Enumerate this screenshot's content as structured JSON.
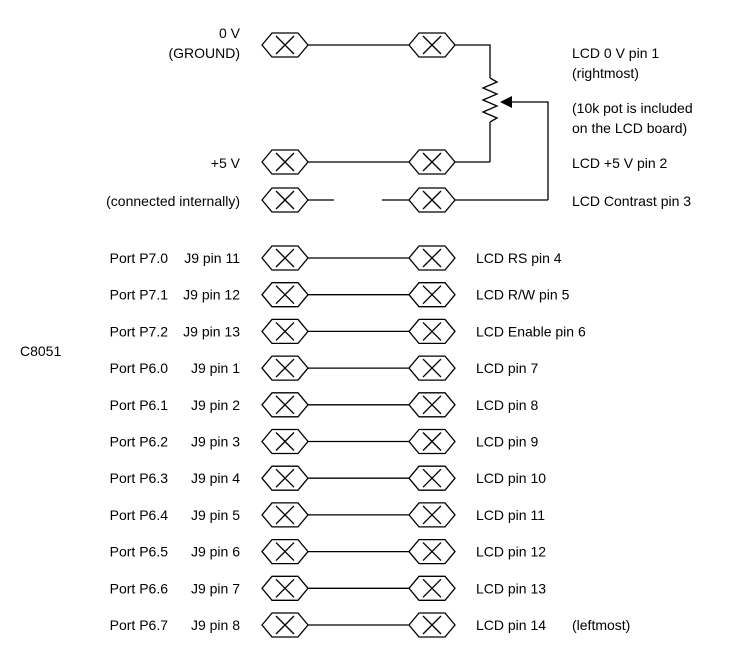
{
  "board_label": "C8051",
  "power": {
    "ground": {
      "left_line1": "0 V",
      "left_line2": "(GROUND)",
      "right_line1": "LCD 0 V pin 1",
      "right_line2": "(rightmost)"
    },
    "pot_note": {
      "line1": "(10k pot is included",
      "line2": "on the LCD board)"
    },
    "supply": {
      "left": "+5 V",
      "right": "LCD +5 V pin 2"
    },
    "contrast": {
      "left": "(connected internally)",
      "right": "LCD Contrast pin 3"
    }
  },
  "signals": [
    {
      "port": "Port P7.0",
      "pin": "J9 pin 11",
      "lcd": "LCD RS pin 4",
      "note": ""
    },
    {
      "port": "Port P7.1",
      "pin": "J9 pin 12",
      "lcd": "LCD R/W pin 5",
      "note": ""
    },
    {
      "port": "Port P7.2",
      "pin": "J9 pin 13",
      "lcd": "LCD Enable pin 6",
      "note": ""
    },
    {
      "port": "Port P6.0",
      "pin": "J9 pin  1",
      "lcd": "LCD pin  7",
      "note": ""
    },
    {
      "port": "Port P6.1",
      "pin": "J9 pin  2",
      "lcd": "LCD pin  8",
      "note": ""
    },
    {
      "port": "Port P6.2",
      "pin": "J9 pin  3",
      "lcd": "LCD pin  9",
      "note": ""
    },
    {
      "port": "Port P6.3",
      "pin": "J9 pin  4",
      "lcd": "LCD pin 10",
      "note": ""
    },
    {
      "port": "Port P6.4",
      "pin": "J9 pin  5",
      "lcd": "LCD pin 11",
      "note": ""
    },
    {
      "port": "Port P6.5",
      "pin": "J9 pin  6",
      "lcd": "LCD pin 12",
      "note": ""
    },
    {
      "port": "Port P6.6",
      "pin": "J9 pin  7",
      "lcd": "LCD pin 13",
      "note": ""
    },
    {
      "port": "Port P6.7",
      "pin": "J9 pin  8",
      "lcd": "LCD pin 14",
      "note": "(leftmost)"
    }
  ]
}
